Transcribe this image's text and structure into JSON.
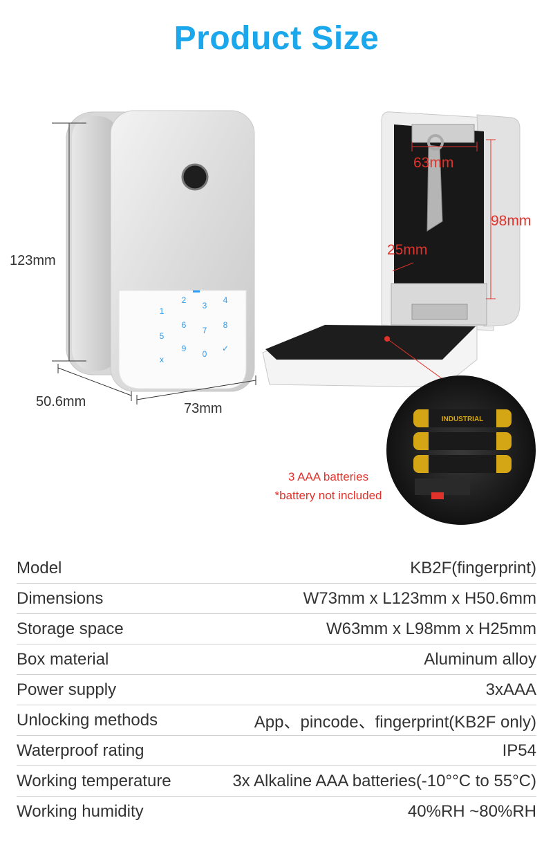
{
  "title": "Product Size",
  "dimensions": {
    "height": "123mm",
    "depth": "50.6mm",
    "width": "73mm",
    "inner_width": "63mm",
    "inner_height": "98mm",
    "inner_depth": "25mm"
  },
  "keypad_keys": [
    "1",
    "2",
    "3",
    "4",
    "5",
    "6",
    "7",
    "8",
    "x",
    "9",
    "0",
    "✓"
  ],
  "battery_label": "INDUSTRIAL",
  "battery_note": {
    "line1": "3 AAA batteries",
    "line2": "*battery not included"
  },
  "specs": [
    {
      "label": "Model",
      "value": "KB2F(fingerprint)"
    },
    {
      "label": "Dimensions",
      "value": "W73mm x L123mm x H50.6mm"
    },
    {
      "label": "Storage space",
      "value": "W63mm x L98mm x H25mm"
    },
    {
      "label": "Box material",
      "value": "Aluminum alloy"
    },
    {
      "label": "Power supply",
      "value": "3xAAA"
    },
    {
      "label": "Unlocking methods",
      "value": "App、pincode、fingerprint(KB2F only)"
    },
    {
      "label": "Waterproof rating",
      "value": "IP54"
    },
    {
      "label": "Working temperature",
      "value": "3x Alkaline AAA batteries(-10°°C to 55°C)"
    },
    {
      "label": "Working humidity",
      "value": "40%RH ~80%RH"
    }
  ],
  "colors": {
    "title": "#1aa7ec",
    "accent_red": "#e0322b",
    "keypad_blue": "#2a9df4"
  }
}
